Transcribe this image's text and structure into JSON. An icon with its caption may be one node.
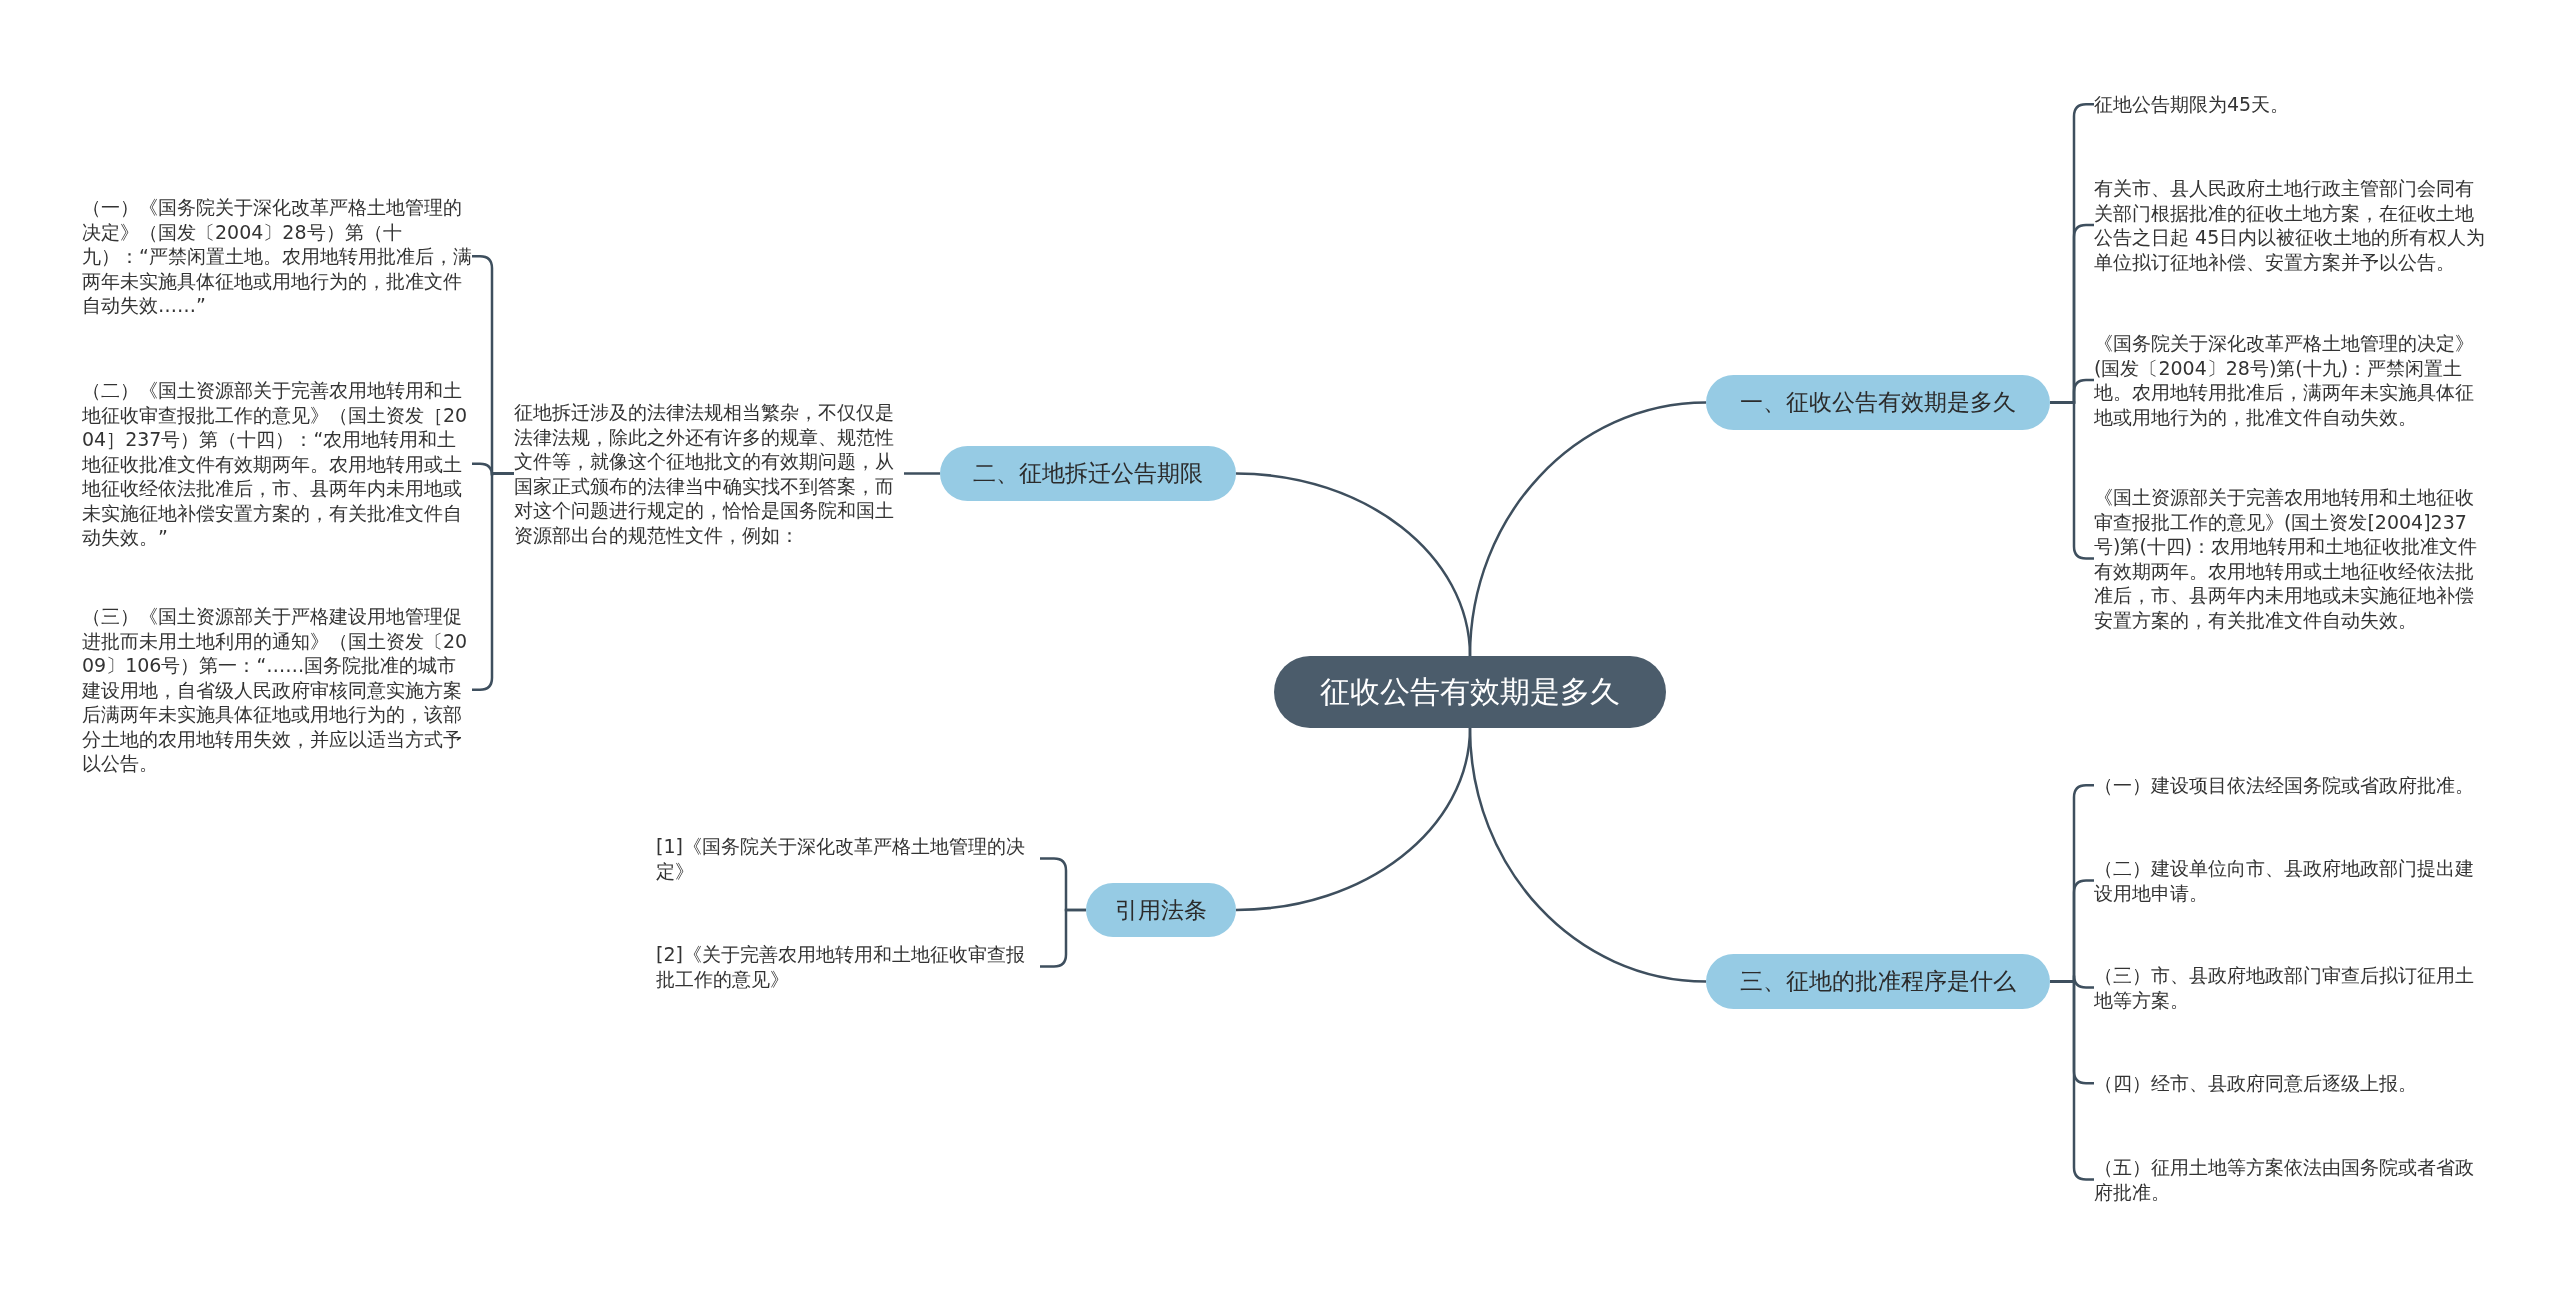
{
  "diagram": {
    "nodes": [
      {
        "text": [
          "征收公告有效期是多久"
        ]
      },
      {
        "text": [
          "一、征收公告有效期是多久"
        ]
      },
      {
        "text": [
          "征地公告期限为45天。"
        ]
      },
      {
        "text": [
          "有关市、县人民政府土地行政主管部门会同有关部门根据批准的征收土地方案，在征收土地公告之日起 45日内以被征收土地的所有权人为单位拟订征地补偿、安置方案并予以公告。"
        ]
      },
      {
        "text": [
          "《国务院关于深化改革严格土地管理的决定》(国发〔2004〕28号)第(十九)：严禁闲置土地。农用地转用批准后，满两年未实施具体征地或用地行为的，批准文件自动失效。"
        ]
      },
      {
        "text": [
          "《国土资源部关于完善农用地转用和土地征收审查报批工作的意见》(国土资发[2004]237号)第(十四)：农用地转用和土地征收批准文件有效期两年。农用地转用或土地征收经依法批准后，市、县两年内未用地或未实施征地补偿安置方案的，有关批准文件自动失效。"
        ]
      },
      {
        "text": [
          "二、征地拆迁公告期限"
        ]
      },
      {
        "text": [
          "征地拆迁涉及的法律法规相当繁杂，不仅仅是法律法规，除此之外还有许多的规章、规范性文件等，就像这个征地批文的有效期问题，从国家正式颁布的法律当中确实找不到答案，而对这个问题进行规定的，恰恰是国务院和国土资源部出台的规范性文件，例如："
        ]
      },
      {
        "text": [
          "（一）《国务院关于深化改革严格土地管理的决定》（国发〔2004〕28号）第（十九）：“严禁闲置土地。农用地转用批准后，满两年未实施具体征地或用地行为的，批准文件自动失效……”"
        ]
      },
      {
        "text": [
          "（二）《国土资源部关于完善农用地转用和土地征收审查报批工作的意见》（国土资发［2004］237号）第（十四）：“农用地转用和土地征收批准文件有效期两年。农用地转用或土地征收经依法批准后，市、县两年内未用地或未实施征地补偿安置方案的，有关批准文件自动失效。”"
        ]
      },
      {
        "text": [
          "（三）《国土资源部关于严格建设用地管理促进批而未用土地利用的通知》（国土资发〔2009〕106号）第一：“……国务院批准的城市建设用地，自省级人民政府审核同意实施方案后满两年未实施具体征地或用地行为的，该部分土地的农用地转用失效，并应以适当方式予以公告。"
        ]
      },
      {
        "text": [
          "三、征地的批准程序是什么"
        ]
      },
      {
        "text": [
          "（一）建设项目依法经国务院或省政府批准。"
        ]
      },
      {
        "text": [
          "（二）建设单位向市、县政府地政部门提出建设用地申请。"
        ]
      },
      {
        "text": [
          "（三）市、县政府地政部门审查后拟订征用土地等方案。"
        ]
      },
      {
        "text": [
          "（四）经市、县政府同意后逐级上报。"
        ]
      },
      {
        "text": [
          "（五）征用土地等方案依法由国务院或者省政府批准。"
        ]
      },
      {
        "text": [
          "引用法条"
        ]
      },
      {
        "text": [
          "[1]《国务院关于深化改革严格土地管理的决定》"
        ]
      },
      {
        "text": [
          "[2]《关于完善农用地转用和土地征收审查报批工作的意见》"
        ]
      }
    ],
    "edges": [
      {
        "from": 0,
        "to": 1,
        "arrow": "none"
      },
      {
        "from": 1,
        "to": 2,
        "arrow": "none"
      },
      {
        "from": 1,
        "to": 3,
        "arrow": "none"
      },
      {
        "from": 1,
        "to": 4,
        "arrow": "none"
      },
      {
        "from": 1,
        "to": 5,
        "arrow": "none"
      },
      {
        "from": 0,
        "to": 6,
        "arrow": "none"
      },
      {
        "from": 6,
        "to": 7,
        "arrow": "none"
      },
      {
        "from": 7,
        "to": 8,
        "arrow": "none"
      },
      {
        "from": 7,
        "to": 9,
        "arrow": "none"
      },
      {
        "from": 7,
        "to": 10,
        "arrow": "none"
      },
      {
        "from": 0,
        "to": 11,
        "arrow": "none"
      },
      {
        "from": 11,
        "to": 12,
        "arrow": "none"
      },
      {
        "from": 11,
        "to": 13,
        "arrow": "none"
      },
      {
        "from": 11,
        "to": 14,
        "arrow": "none"
      },
      {
        "from": 11,
        "to": 15,
        "arrow": "none"
      },
      {
        "from": 11,
        "to": 16,
        "arrow": "none"
      },
      {
        "from": 0,
        "to": 17,
        "arrow": "none"
      },
      {
        "from": 17,
        "to": 18,
        "arrow": "none"
      },
      {
        "from": 17,
        "to": 19,
        "arrow": "none"
      }
    ]
  }
}
